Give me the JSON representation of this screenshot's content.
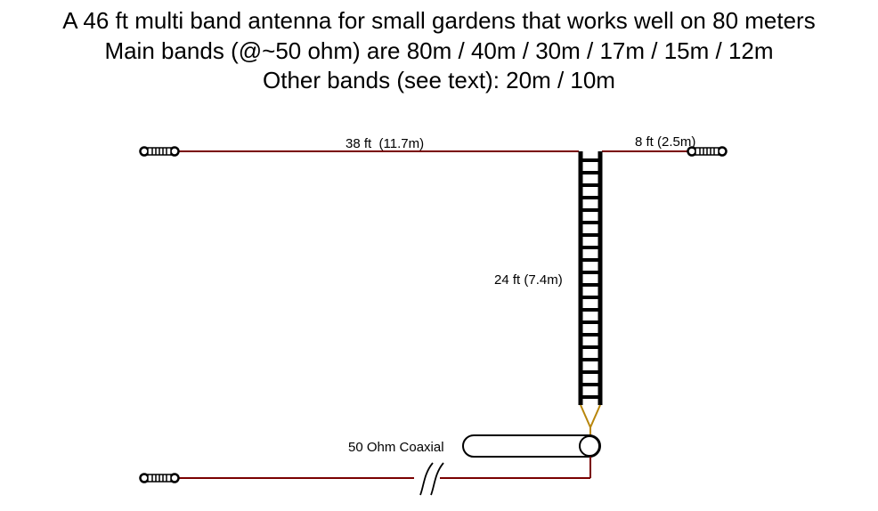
{
  "title": {
    "line1": "A 46 ft multi band antenna for small gardens that works well on 80 meters",
    "line2": "Main bands (@~50 ohm) are 80m / 40m / 30m / 17m / 15m / 12m",
    "line3": "Other bands (see text): 20m / 10m"
  },
  "labels": {
    "left_wire": "38 ft  (11.7m)",
    "right_wire": "8 ft (2.5m)",
    "ladder_line": "24 ft (7.4m)",
    "coax": "50 Ohm Coaxial"
  },
  "colors": {
    "wire": "#7a0000",
    "ladder": "#000000",
    "junction": "#b8860b"
  }
}
